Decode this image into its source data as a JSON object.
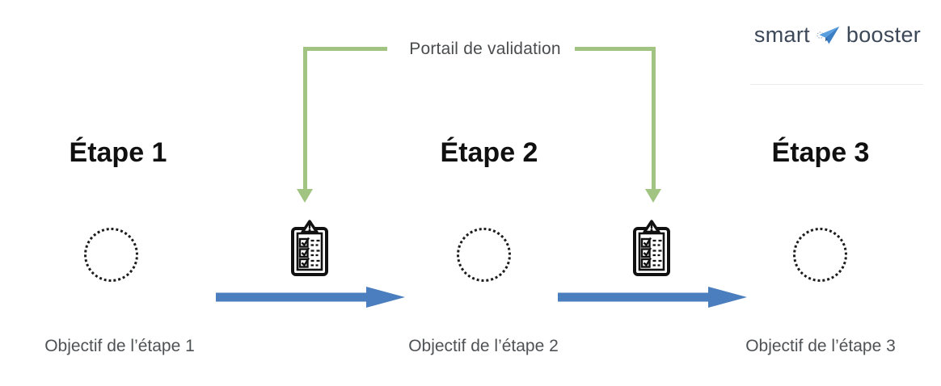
{
  "validation": {
    "label": "Portail de validation"
  },
  "logo": {
    "word1": "smart",
    "word2": "booster",
    "icon": "paper-plane"
  },
  "steps": [
    {
      "title": "Étape 1",
      "objective": "Objectif de l’étape 1",
      "marker": "dotted-circle"
    },
    {
      "title": "Étape 2",
      "objective": "Objectif de l’étape 2",
      "marker": "dotted-circle"
    },
    {
      "title": "Étape 3",
      "objective": "Objectif de l’étape 3",
      "marker": "dotted-circle"
    }
  ],
  "icons": {
    "checkpoint": "clipboard-checklist-warning-icon",
    "flow": "right-arrow"
  },
  "colors": {
    "connector_green": "#a1c482",
    "arrow_blue": "#4a7ebe",
    "title_text": "#101010",
    "caption_text": "#4f5255",
    "logo_text": "#3c4858",
    "logo_icon_blue": "#4a93dc",
    "divider_gray": "#eaeaea"
  }
}
